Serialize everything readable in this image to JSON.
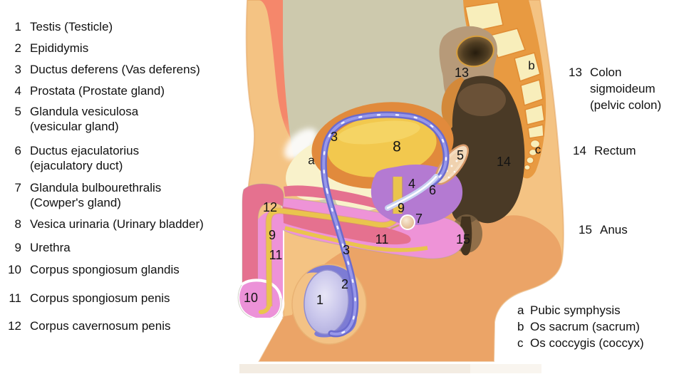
{
  "title": "Male reproductive system sagittal diagram",
  "legend_left": {
    "items": [
      {
        "num": "1",
        "line1": "Testis (Testicle)",
        "line2": ""
      },
      {
        "num": "2",
        "line1": "Epididymis",
        "line2": ""
      },
      {
        "num": "3",
        "line1": "Ductus deferens (Vas deferens)",
        "line2": ""
      },
      {
        "num": "4",
        "line1": "Prostata (Prostate gland)",
        "line2": ""
      },
      {
        "num": "5",
        "line1": "Glandula vesiculosa",
        "line2": "(vesicular gland)"
      },
      {
        "num": "6",
        "line1": "Ductus ejaculatorius",
        "line2": "(ejaculatory duct)"
      },
      {
        "num": "7",
        "line1": "Glandula bulbourethralis",
        "line2": "(Cowper's gland)"
      },
      {
        "num": "8",
        "line1": "Vesica urinaria (Urinary bladder)",
        "line2": ""
      },
      {
        "num": "9",
        "line1": "Urethra",
        "line2": ""
      },
      {
        "num": "10",
        "line1": "Corpus spongiosum glandis",
        "line2": ""
      },
      {
        "num": "11",
        "line1": "Corpus spongiosum penis",
        "line2": ""
      },
      {
        "num": "12",
        "line1": "Corpus cavernosum penis",
        "line2": ""
      }
    ]
  },
  "legend_right": {
    "items": [
      {
        "num": "13",
        "line1": "Colon",
        "line2": "sigmoideum",
        "line3": "(pelvic colon)"
      },
      {
        "num": "14",
        "line1": "Rectum",
        "line2": "",
        "line3": ""
      },
      {
        "num": "15",
        "line1": "Anus",
        "line2": "",
        "line3": ""
      }
    ]
  },
  "legend_letters": {
    "items": [
      {
        "key": "a",
        "label": "Pubic symphysis"
      },
      {
        "key": "b",
        "label": "Os sacrum (sacrum)"
      },
      {
        "key": "c",
        "label": "Os coccygis (coccyx)"
      }
    ]
  },
  "diagram": {
    "markers": [
      {
        "label": "1"
      },
      {
        "label": "2"
      },
      {
        "label": "3"
      },
      {
        "label": "3"
      },
      {
        "label": "4"
      },
      {
        "label": "5"
      },
      {
        "label": "6"
      },
      {
        "label": "7"
      },
      {
        "label": "8"
      },
      {
        "label": "9"
      },
      {
        "label": "9"
      },
      {
        "label": "10"
      },
      {
        "label": "11"
      },
      {
        "label": "11"
      },
      {
        "label": "12"
      },
      {
        "label": "13"
      },
      {
        "label": "14"
      },
      {
        "label": "15"
      },
      {
        "label": "a"
      },
      {
        "label": "b"
      },
      {
        "label": "c"
      }
    ]
  },
  "colors": {
    "skin": "#f4c383",
    "skin_dark": "#eba467",
    "muscle_salmon": "#f5876b",
    "cavity": "#cdc9ad",
    "pale_yellow": "#f9f2cb",
    "spine_orange": "#e89a41",
    "vertebra": "#f8eebb",
    "colon": "#b79a79",
    "rectum": "#4a3a26",
    "bladder_wall": "#e18a3c",
    "bladder": "#f2c84e",
    "prostate": "#b47ad2",
    "vas_deferens": "#6b6bce",
    "urethra": "#eac44d",
    "cavernosum_rose": "#e5718f",
    "spongiosum_pink": "#ee93d7",
    "testis": "#c9c6ea",
    "epididymis": "#7d7cd4",
    "vesicular_gland": "#f4dcbf",
    "background": "#ffffff"
  }
}
